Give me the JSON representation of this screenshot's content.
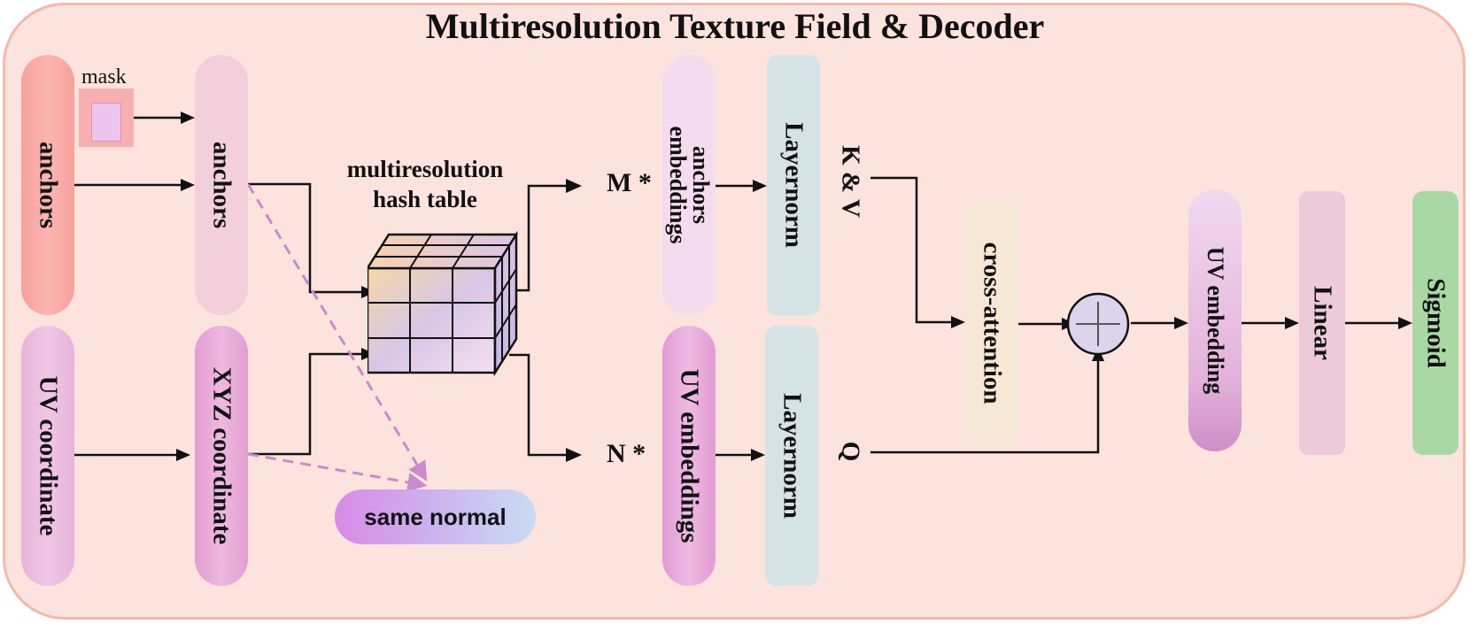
{
  "title": "Multiresolution Texture Field & Decoder",
  "mask_label": "mask",
  "anchors_input": "anchors",
  "anchors_sampled": "anchors",
  "uv_coordinate": "UV coordinate",
  "xyz_coordinate": "XYZ coordinate",
  "hash_table_line1": "multiresolution",
  "hash_table_line2": "hash table",
  "same_normal": "same normal",
  "m_label": "M *",
  "n_label": "N *",
  "anchors_embeddings_line1": "anchors",
  "anchors_embeddings_line2": "embeddings",
  "uv_embeddings": "UV embeddings",
  "layernorm_top": "Layernorm",
  "layernorm_bottom": "Layernorm",
  "kv_label": "K & V",
  "q_label": "Q",
  "cross_attention": "cross-attention",
  "uv_embedding": "UV embedding",
  "linear": "Linear",
  "sigmoid": "Sigmoid",
  "colors": {
    "frame_fill": "#fde3dd",
    "frame_border": "#f3b9ab",
    "anchors_input": "#f9a8a4",
    "anchors_sampled": "#f3cfdc",
    "uv_coordinate": "#eebfe2",
    "xyz_coordinate": "#e8acd8",
    "anchors_embeddings": "#f5dbee",
    "uv_embeddings": "#e7a8d8",
    "layernorm": "#d6e3e6",
    "cross_attention": "#f7e7d6",
    "linear": "#eccad9",
    "sigmoid": "#a9d8a4",
    "dashed_arrow": "#c98bcb"
  }
}
